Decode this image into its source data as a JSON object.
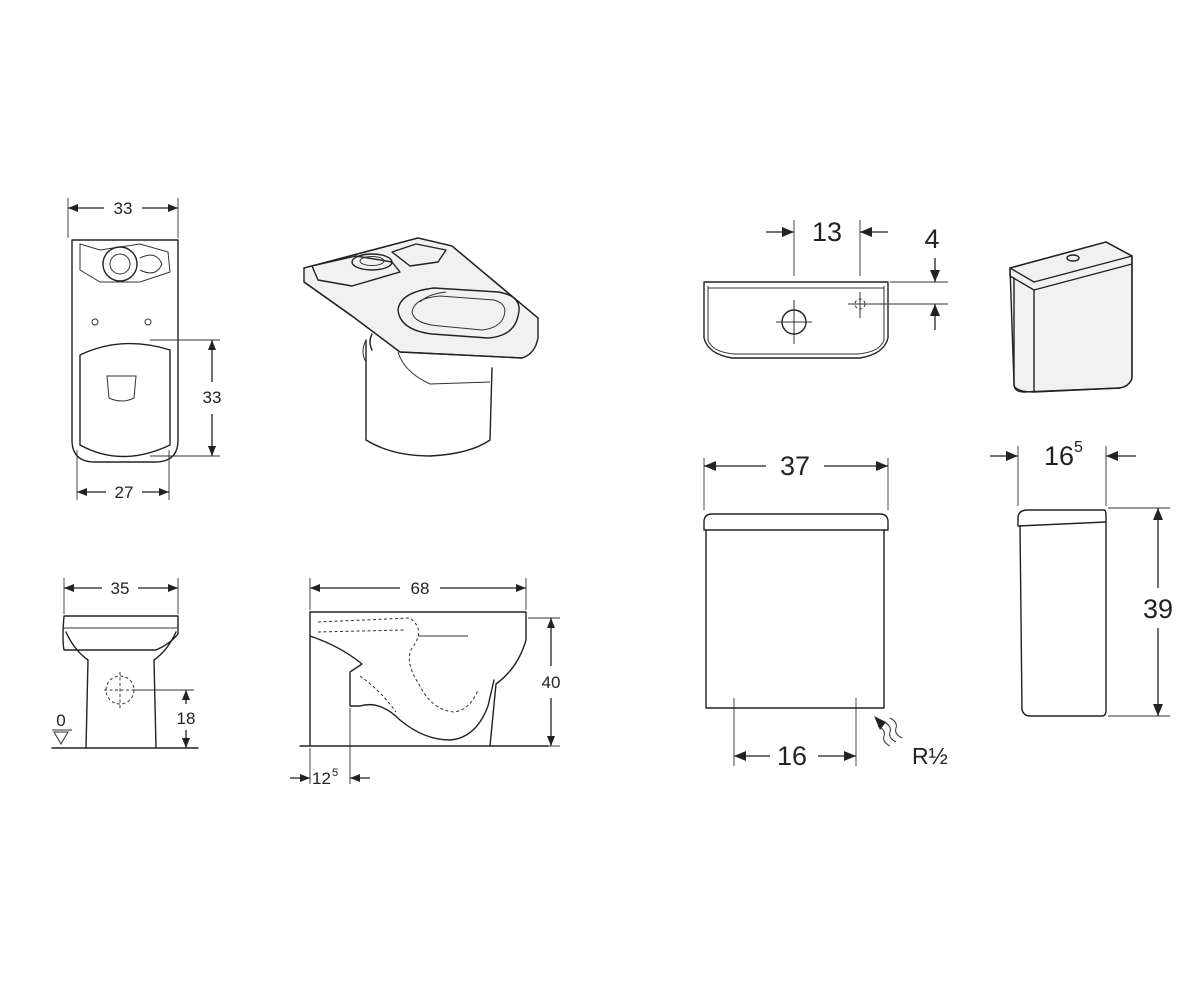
{
  "dimensions": {
    "bowl_top_width": "33",
    "bowl_top_seat_length": "33",
    "bowl_top_base_width": "27",
    "bowl_front_width": "35",
    "bowl_front_outlet_height": "18",
    "bowl_front_floor_level": "0",
    "bowl_side_length": "68",
    "bowl_side_height": "40",
    "bowl_side_outlet_offset_main": "12",
    "bowl_side_outlet_offset_sup": "5",
    "cistern_top_hole_spacing": "13",
    "cistern_top_hole_offset": "4",
    "cistern_front_width": "37",
    "cistern_front_base_width": "16",
    "cistern_inlet_thread": "R½",
    "cistern_side_depth_main": "16",
    "cistern_side_depth_sup": "5",
    "cistern_side_height": "39"
  }
}
